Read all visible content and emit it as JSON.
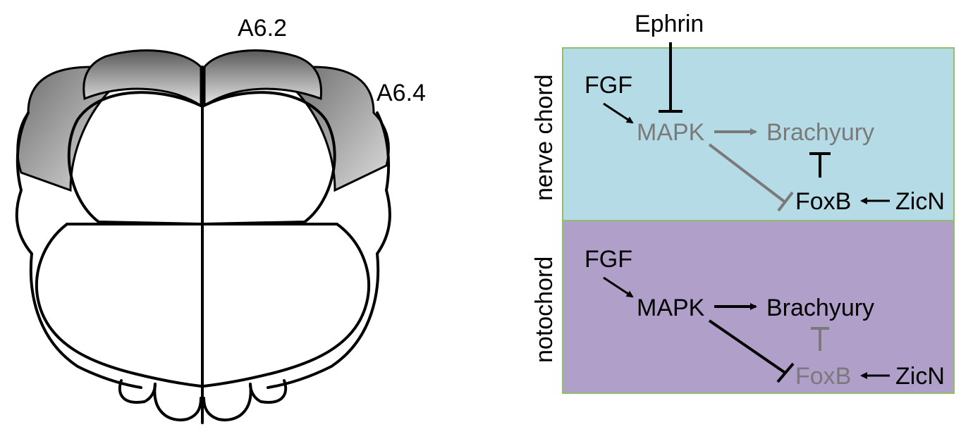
{
  "embryo": {
    "label_a62": "A6.2",
    "label_a64": "A6.4"
  },
  "top_panel": {
    "side_label": "nerve chord",
    "background": "#b5dce6",
    "ephrin": "Ephrin",
    "fgf": "FGF",
    "mapk": "MAPK",
    "brachyury": "Brachyury",
    "foxb": "FoxB",
    "zicn": "ZicN"
  },
  "bottom_panel": {
    "side_label": "notochord",
    "background": "#b09fc9",
    "fgf": "FGF",
    "mapk": "MAPK",
    "brachyury": "Brachyury",
    "foxb": "FoxB",
    "zicn": "ZicN"
  },
  "colors": {
    "active": "#000000",
    "inactive": "#7a7a7a",
    "border": "#8fbf6a"
  }
}
